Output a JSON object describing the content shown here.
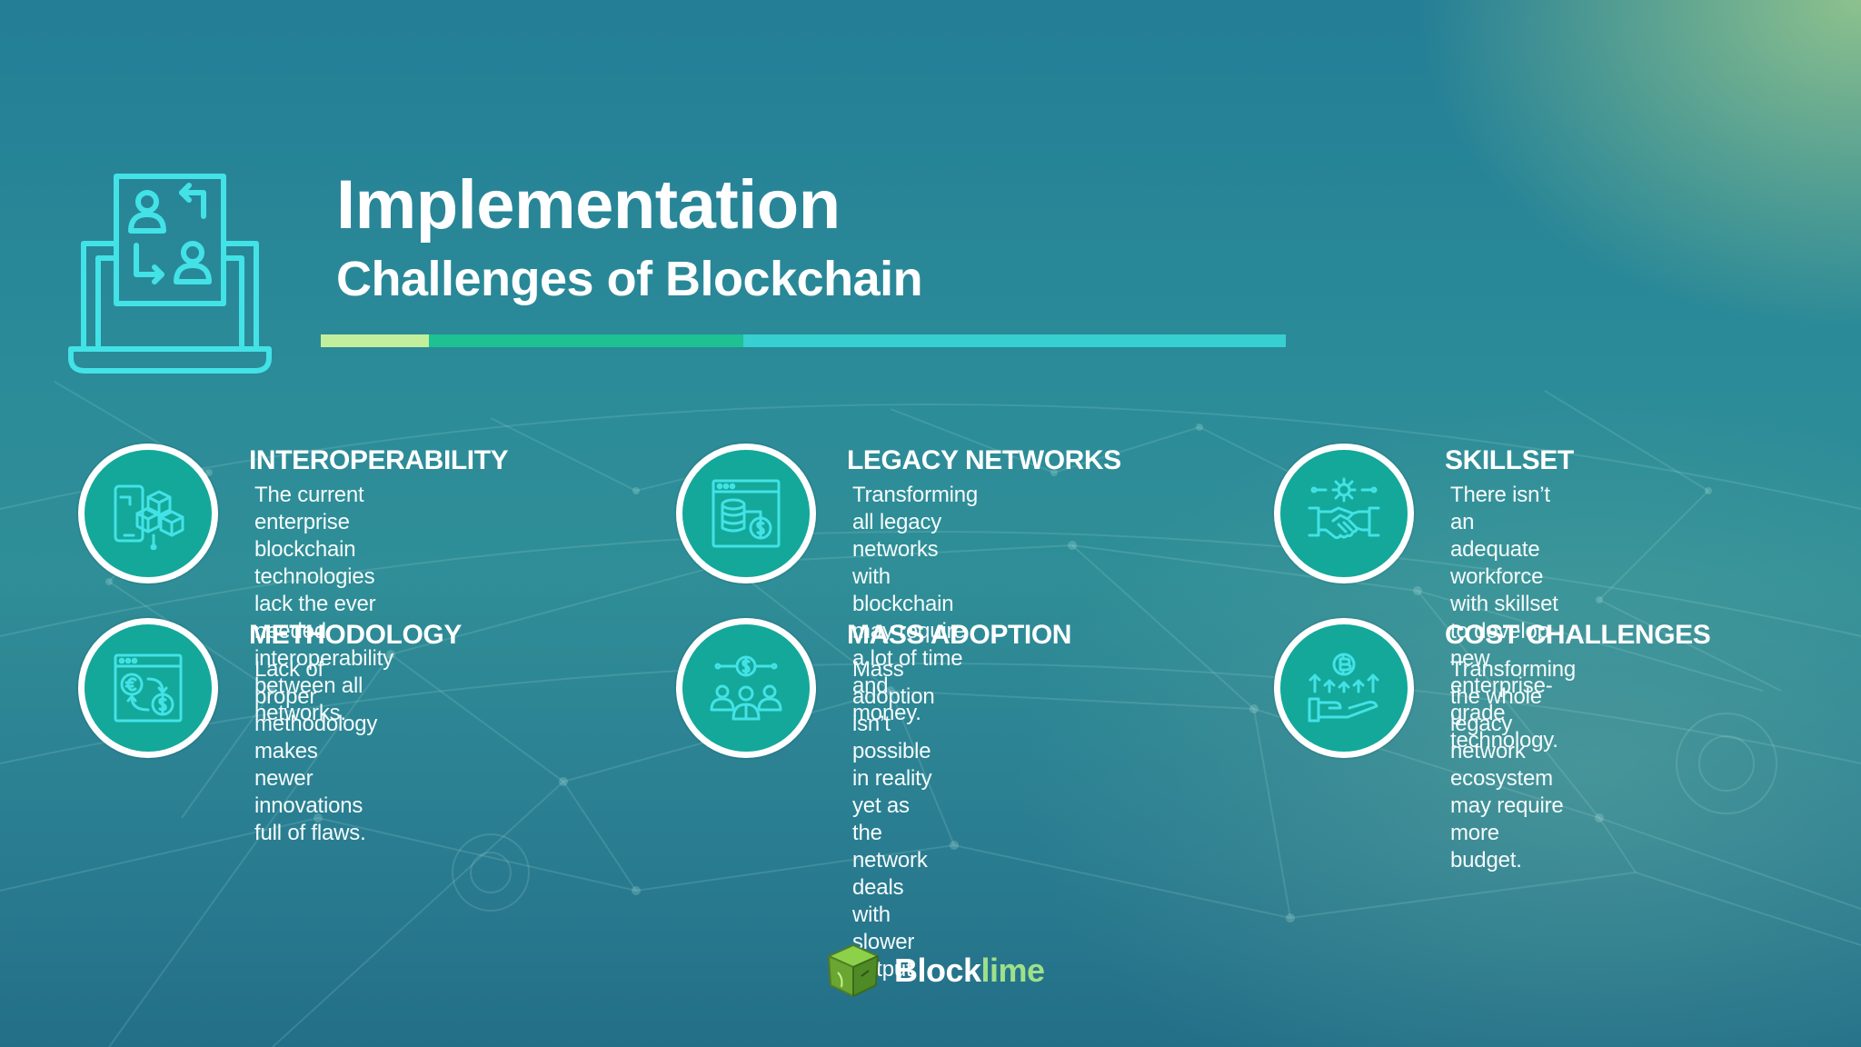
{
  "title": {
    "main": "Implementation",
    "sub": "Challenges of Blockchain"
  },
  "colors": {
    "accent_teal": "#13a89a",
    "icon_cyan": "#43e2e6",
    "bar_lime": "#c2ef9c",
    "bar_green": "#1dc192",
    "bar_cyan": "#38cfd1"
  },
  "items": [
    {
      "icon": "interoperability-icon",
      "title": "INTEROPERABILITY",
      "lines": [
        "The current enterprise blockchain",
        "technologies lack the ever needed",
        "interoperability between all networks."
      ]
    },
    {
      "icon": "legacy-networks-icon",
      "title": "LEGACY NETWORKS",
      "lines": [
        "Transforming all legacy networks with",
        "blockchain may require a lot of time and",
        "money."
      ]
    },
    {
      "icon": "skillset-icon",
      "title": "SKILLSET",
      "lines": [
        "There isn’t an adequate workforce",
        "with skillset to develop new",
        "enterprise- grade technology."
      ]
    },
    {
      "icon": "methodology-icon",
      "title": "METHODOLOGY",
      "lines": [
        "Lack of proper methodology makes",
        "newer innovations full of flaws."
      ]
    },
    {
      "icon": "mass-adoption-icon",
      "title": "MASS ADOPTION",
      "lines": [
        "Mass adoption isn’t possible in reality",
        "yet as the network deals with slower",
        "output."
      ]
    },
    {
      "icon": "cost-challenges-icon",
      "title": "COST CHALLENGES",
      "lines": [
        "Transforming the whole legacy",
        "network ecosystem may require",
        "more budget."
      ]
    }
  ],
  "logo": {
    "text_part1": "Block",
    "text_part2": "lime"
  }
}
